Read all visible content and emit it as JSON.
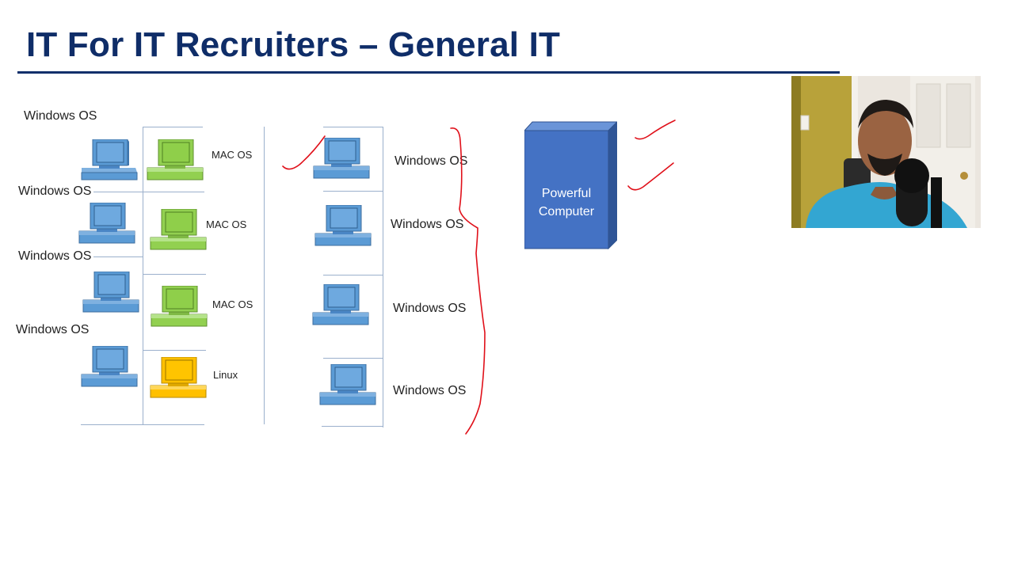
{
  "slide": {
    "title": "IT For IT Recruiters – General IT",
    "colors": {
      "title": "#0f2d68",
      "windows_pc": "#5b9bd5",
      "mac_pc": "#92d050",
      "linux_pc": "#ffc000",
      "server": "#4472c4",
      "annotation": "#e0101a"
    }
  },
  "left_network": {
    "labels": {
      "win1": "Windows OS",
      "win2": "Windows OS",
      "win3": "Windows OS",
      "win4": "Windows OS",
      "mac1": "MAC OS",
      "mac2": "MAC OS",
      "mac3": "MAC OS",
      "linux": "Linux"
    }
  },
  "right_network": {
    "labels": {
      "win1": "Windows OS",
      "win2": "Windows OS",
      "win3": "Windows OS",
      "win4": "Windows OS"
    }
  },
  "server": {
    "line1": "Powerful",
    "line2": "Computer"
  }
}
